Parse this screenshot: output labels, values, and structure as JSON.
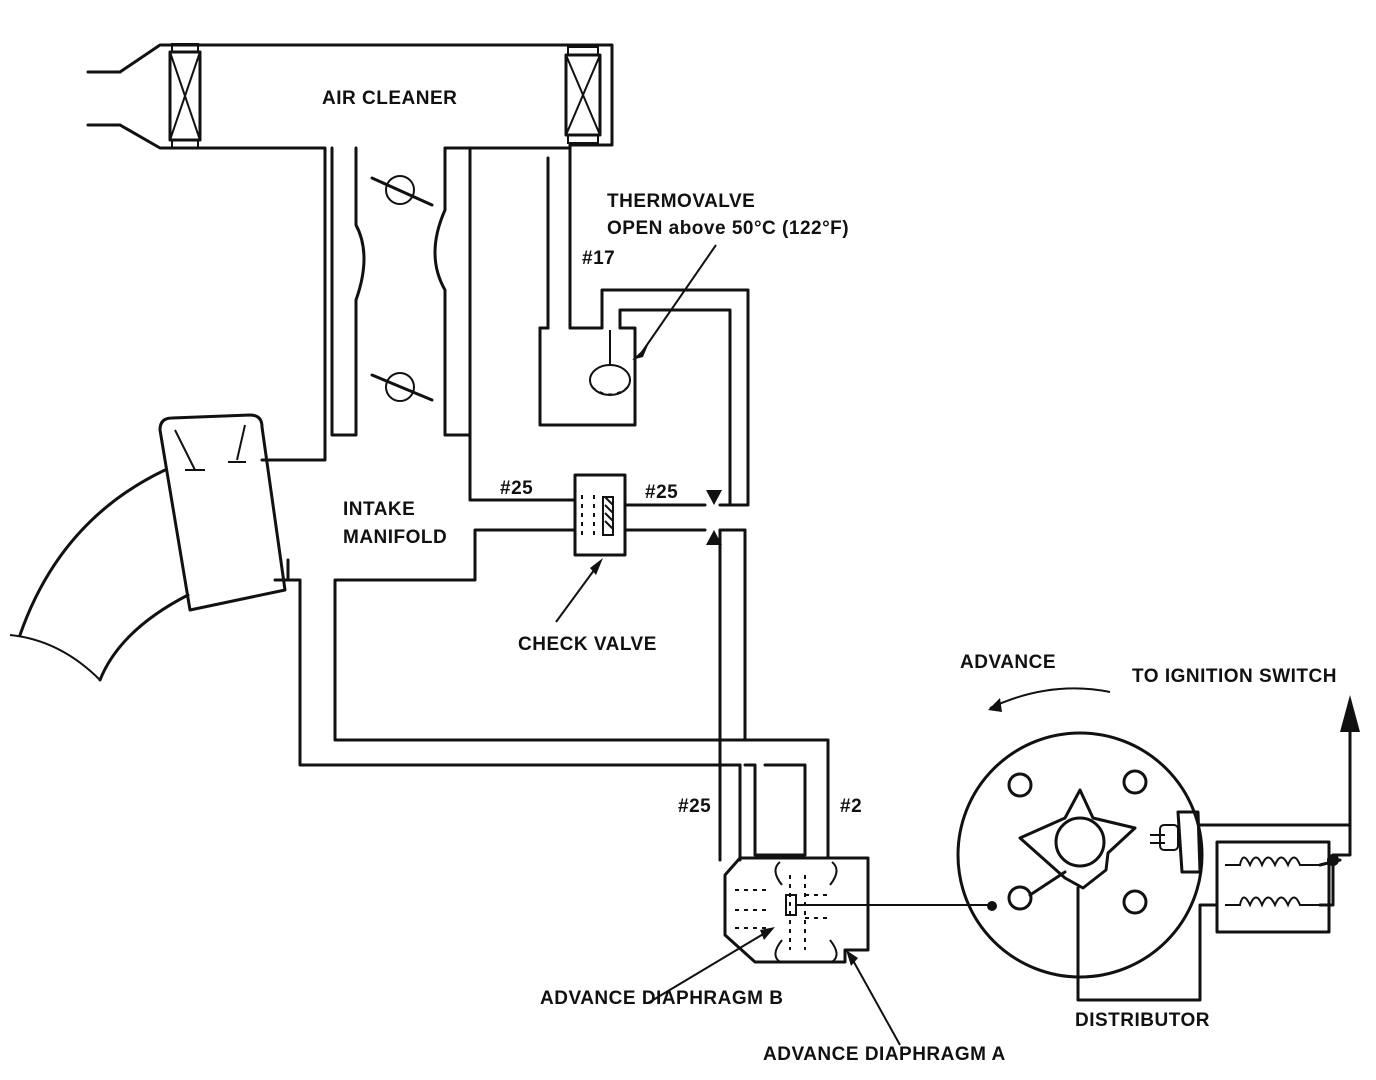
{
  "labels": {
    "air_cleaner": "AIR CLEANER",
    "thermovalve": "THERMOVALVE",
    "thermovalve_spec": "OPEN above 50°C (122°F)",
    "hose_17": "#17",
    "intake_manifold_1": "INTAKE",
    "intake_manifold_2": "MANIFOLD",
    "hose_25_left": "#25",
    "hose_25_right": "#25",
    "check_valve": "CHECK VALVE",
    "advance": "ADVANCE",
    "to_ignition_switch": "TO IGNITION SWITCH",
    "hose_25_lower": "#25",
    "hose_2": "#2",
    "distributor": "DISTRIBUTOR",
    "advance_diaphragm_b": "ADVANCE DIAPHRAGM B",
    "advance_diaphragm_a": "ADVANCE DIAPHRAGM A"
  }
}
